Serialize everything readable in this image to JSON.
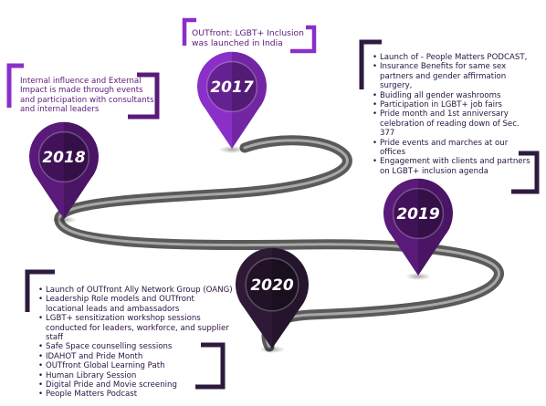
{
  "milestones": [
    {
      "year": "2017",
      "color": "#8b2fc9",
      "items": [
        "OUTfront: LGBT+ Inclusion was launched in India"
      ]
    },
    {
      "year": "2018",
      "color": "#5a1a7a",
      "items": [
        "Internal influence and External Impact is made through events and participation with consultants and internal leaders"
      ]
    },
    {
      "year": "2019",
      "color": "#5a1a7a",
      "items": [
        "Launch of - People Matters PODCAST,",
        "Insurance Benefits for same sex partners and gender affirmation surgery,",
        "Buidling all gender washrooms",
        "Participation in LGBT+ job fairs",
        "Pride month and 1st anniversary celebration of reading down of Sec. 377",
        "Pride events and marches at our offices",
        "Engagement with clients and partners on LGBT+ inclusion agenda"
      ]
    },
    {
      "year": "2020",
      "color": "#2e1a36",
      "items": [
        "Launch of OUTfront Ally Network Group (OANG)",
        "Leadership Role models and OUTfront locational leads and ambassadors",
        "LGBT+ sensitization workshop sessions conducted for leaders, workforce, and supplier staff",
        "Safe Space counselling sessions",
        "IDAHOT and Pride Month",
        "OUTfront Global Learning Path",
        "Human Library Session",
        "Digital Pride and Movie screening",
        "People Matters Podcast"
      ]
    }
  ],
  "colors": {
    "road_dark": "#4a4a4a",
    "road_light": "#9a9a9a",
    "bracket_dark": "#2e1a3e",
    "bracket_purple": "#8b2fc9"
  }
}
